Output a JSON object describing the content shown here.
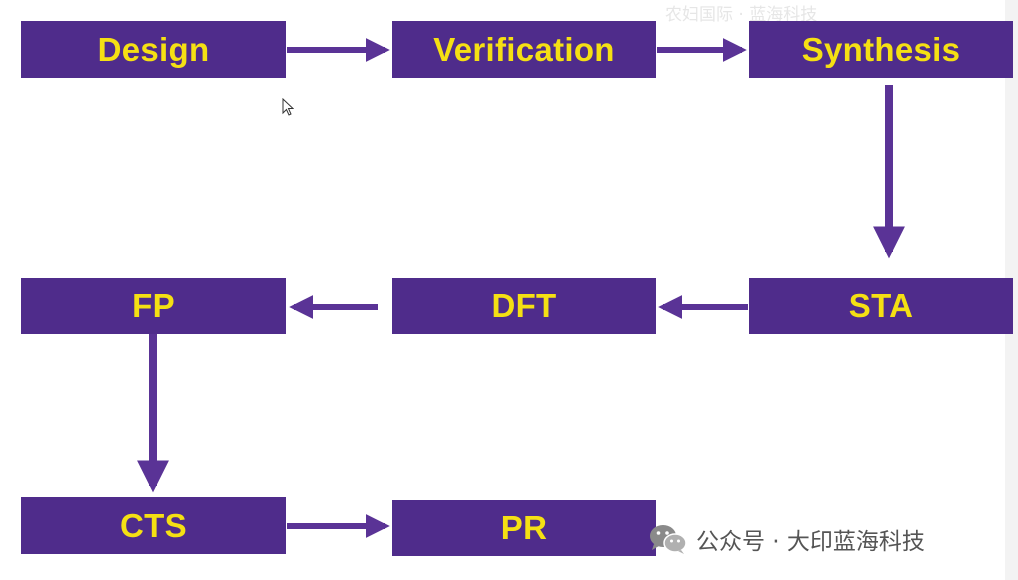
{
  "colors": {
    "box_fill": "#4f2c8b",
    "box_text": "#f5e013",
    "arrow": "#5a3396",
    "background": "#ffffff"
  },
  "nodes": {
    "design": "Design",
    "verification": "Verification",
    "synthesis": "Synthesis",
    "sta": "STA",
    "dft": "DFT",
    "fp": "FP",
    "cts": "CTS",
    "pr": "PR"
  },
  "watermark": {
    "top_text": "农妇国际 · 蓝海科技",
    "footer_text": "公众号 · 大印蓝海科技"
  },
  "icons": {
    "footer": "wechat-icon",
    "pointer": "mouse-cursor-icon"
  }
}
